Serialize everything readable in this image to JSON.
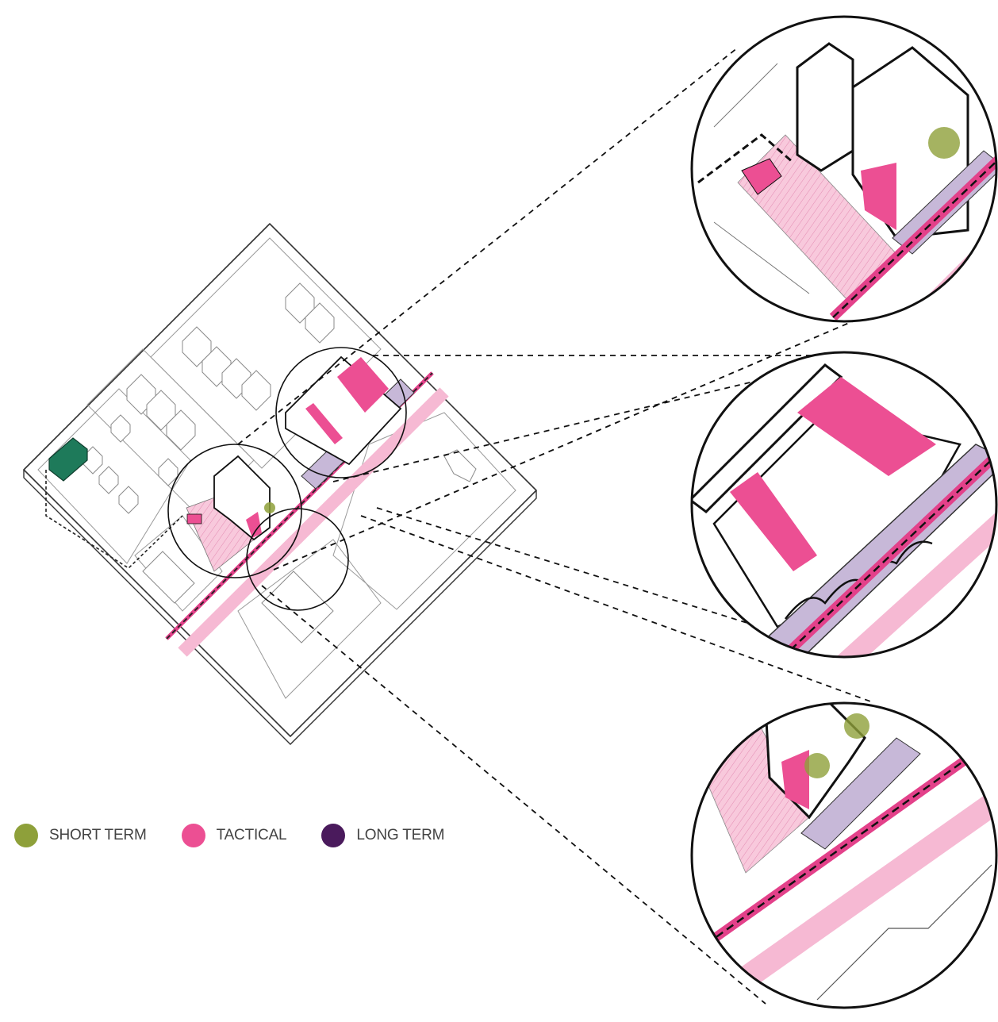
{
  "palette": {
    "short_term": "#8ea03a",
    "tactical": "#ec4f93",
    "long_term": "#4a1a5c",
    "pink_light": "#f6b9d3",
    "lavender": "#c7b8d8",
    "building_green": "#1e7a5a",
    "line": "#111111"
  },
  "legend": {
    "items": [
      {
        "label": "SHORT TERM",
        "color": "#8ea03a"
      },
      {
        "label": "TACTICAL",
        "color": "#ec4f93"
      },
      {
        "label": "LONG TERM",
        "color": "#4a1a5c"
      }
    ]
  }
}
